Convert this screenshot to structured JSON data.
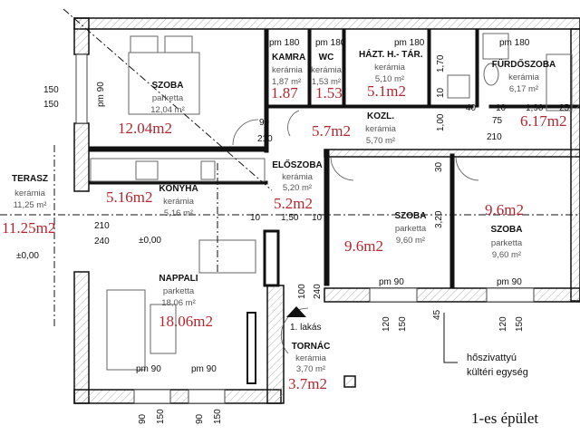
{
  "caption": "1-es épület",
  "note": {
    "line1": "hőszivattyú",
    "line2": "kültéri egység"
  },
  "entrance_label": "1. lakás",
  "level_marks": [
    "±0,00",
    "±0,00"
  ],
  "rooms": [
    {
      "name": "SZOBA",
      "material": "parketta",
      "area": "12,04 m²",
      "label": "12.04m2"
    },
    {
      "name": "KAMRA",
      "material": "kerámia",
      "area": "1,87 m²",
      "label": "1.87"
    },
    {
      "name": "WC",
      "material": "kerámia",
      "area": "1,53 m²",
      "label": "1.53"
    },
    {
      "name": "HÁZT. H.- TÁR.",
      "material": "kerámia",
      "area": "5,10 m²",
      "label": "5.1m2"
    },
    {
      "name": "FÜRDŐSZOBA",
      "material": "kerámia",
      "area": "6,17 m²",
      "label": "6.17m2"
    },
    {
      "name": "KOZL.",
      "material": "kerámia",
      "area": "5,70 m²",
      "label": "5.7m2"
    },
    {
      "name": "TERASZ",
      "material": "kerámia",
      "area": "11,25 m²",
      "label": "11.25m2"
    },
    {
      "name": "KONYHA",
      "material": "kerámia",
      "area": "5,16 m²",
      "label": "5.16m2"
    },
    {
      "name": "ELŐSZOBA",
      "material": "kerámia",
      "area": "5,20 m²",
      "label": "5.2m2"
    },
    {
      "name": "SZOBA",
      "material": "parketta",
      "area": "9,60 m²",
      "label": "9.6m2"
    },
    {
      "name": "SZOBA",
      "material": "parketta",
      "area": "9,60 m²",
      "label": "9.6m2"
    },
    {
      "name": "NAPPALI",
      "material": "parketta",
      "area": "18,06 m²",
      "label": "18.06m2"
    },
    {
      "name": "TORNÁC",
      "material": "kerámia",
      "area": "3,70 m²",
      "label": "3.7m2"
    }
  ],
  "dims": {
    "d150a": "150",
    "d150b": "150",
    "pm90a": "pm 90",
    "pm180a": "pm 180",
    "pm180b": "pm 180",
    "pm180c": "pm 180",
    "pm180d": "pm 180",
    "d90a": "90",
    "d210a": "210",
    "d170": "1,70",
    "d10a": "10",
    "d100": "1,00",
    "d40": "40",
    "d10b": "10",
    "d190": "1,90",
    "d25": "25",
    "d75": "75",
    "d210b": "210",
    "d210c": "210",
    "d240a": "240",
    "d10c": "10",
    "d150c": "1,50",
    "d10d": "10",
    "d320": "3,20",
    "d30": "30",
    "d100b": "100",
    "d240b": "240",
    "pm90b": "pm 90",
    "pm90c": "pm 90",
    "pm90d": "pm 90",
    "pm90e": "pm 90",
    "d90b": "90",
    "d150d": "150",
    "d90c": "90",
    "d150e": "150",
    "d120a": "120",
    "d150f": "150",
    "d45": "45",
    "d120b": "120",
    "d150g": "150"
  }
}
